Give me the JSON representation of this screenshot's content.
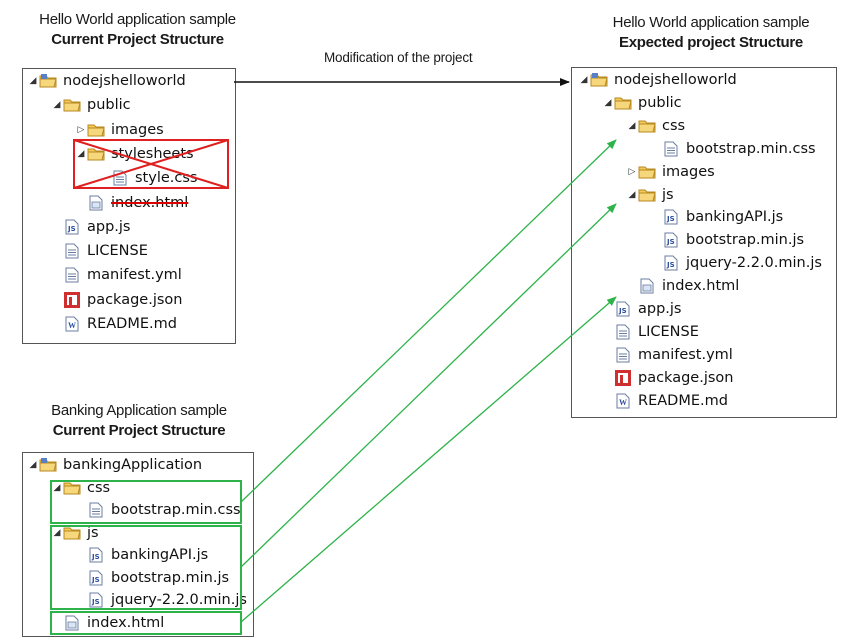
{
  "captions": {
    "hello_current": {
      "line1": "Hello World application sample",
      "line2": "Current Project Structure"
    },
    "hello_expected": {
      "line1": "Hello World application sample",
      "line2": "Expected project Structure"
    },
    "banking_current": {
      "line1": "Banking Application sample",
      "line2": "Current Project Structure"
    }
  },
  "arrow_label": "Modification of the project",
  "hello_current_tree": [
    {
      "label": "nodejshelloworld",
      "twisty": "open",
      "icon": "project-folder-icon",
      "level": 0
    },
    {
      "label": "public",
      "twisty": "open",
      "icon": "folder-icon",
      "level": 1
    },
    {
      "label": "images",
      "twisty": "closed",
      "icon": "folder-icon",
      "level": 2
    },
    {
      "label": "stylesheets",
      "twisty": "open",
      "icon": "folder-icon",
      "level": 2,
      "crossed": true
    },
    {
      "label": "style.css",
      "twisty": "",
      "icon": "text-file-icon",
      "level": 3,
      "crossed": true
    },
    {
      "label": "index.html",
      "twisty": "",
      "icon": "html-file-icon",
      "level": 2,
      "strike": true
    },
    {
      "label": "app.js",
      "twisty": "",
      "icon": "js-file-icon",
      "level": 1
    },
    {
      "label": "LICENSE",
      "twisty": "",
      "icon": "text-file-icon",
      "level": 1
    },
    {
      "label": "manifest.yml",
      "twisty": "",
      "icon": "text-file-icon",
      "level": 1
    },
    {
      "label": "package.json",
      "twisty": "",
      "icon": "npm-package-icon",
      "level": 1
    },
    {
      "label": "README.md",
      "twisty": "",
      "icon": "word-file-icon",
      "level": 1
    }
  ],
  "hello_expected_tree": [
    {
      "label": "nodejshelloworld",
      "twisty": "open",
      "icon": "project-folder-icon",
      "level": 0
    },
    {
      "label": "public",
      "twisty": "open",
      "icon": "folder-icon",
      "level": 1
    },
    {
      "label": "css",
      "twisty": "open",
      "icon": "folder-icon",
      "level": 2
    },
    {
      "label": "bootstrap.min.css",
      "twisty": "",
      "icon": "text-file-icon",
      "level": 3
    },
    {
      "label": "images",
      "twisty": "closed",
      "icon": "folder-icon",
      "level": 2
    },
    {
      "label": "js",
      "twisty": "open",
      "icon": "folder-icon",
      "level": 2
    },
    {
      "label": "bankingAPI.js",
      "twisty": "",
      "icon": "js-file-icon",
      "level": 3
    },
    {
      "label": "bootstrap.min.js",
      "twisty": "",
      "icon": "js-file-icon",
      "level": 3
    },
    {
      "label": "jquery-2.2.0.min.js",
      "twisty": "",
      "icon": "js-file-icon",
      "level": 3
    },
    {
      "label": "index.html",
      "twisty": "",
      "icon": "html-file-icon",
      "level": 2
    },
    {
      "label": "app.js",
      "twisty": "",
      "icon": "js-file-icon",
      "level": 1
    },
    {
      "label": "LICENSE",
      "twisty": "",
      "icon": "text-file-icon",
      "level": 1
    },
    {
      "label": "manifest.yml",
      "twisty": "",
      "icon": "text-file-icon",
      "level": 1
    },
    {
      "label": "package.json",
      "twisty": "",
      "icon": "npm-package-icon",
      "level": 1
    },
    {
      "label": "README.md",
      "twisty": "",
      "icon": "word-file-icon",
      "level": 1
    }
  ],
  "banking_tree": [
    {
      "label": "bankingApplication",
      "twisty": "open",
      "icon": "project-folder-icon",
      "level": 0
    },
    {
      "label": "css",
      "twisty": "open",
      "icon": "folder-icon",
      "level": 1
    },
    {
      "label": "bootstrap.min.css",
      "twisty": "",
      "icon": "text-file-icon",
      "level": 2
    },
    {
      "label": "js",
      "twisty": "open",
      "icon": "folder-icon",
      "level": 1
    },
    {
      "label": "bankingAPI.js",
      "twisty": "",
      "icon": "js-file-icon",
      "level": 2
    },
    {
      "label": "bootstrap.min.js",
      "twisty": "",
      "icon": "js-file-icon",
      "level": 2
    },
    {
      "label": "jquery-2.2.0.min.js",
      "twisty": "",
      "icon": "js-file-icon",
      "level": 2
    },
    {
      "label": "index.html",
      "twisty": "",
      "icon": "html-file-icon",
      "level": 1
    }
  ],
  "colors": {
    "highlight": "#2db34a",
    "cross": "#e02020",
    "folder": "#e8b84a",
    "arrow": "#111111"
  }
}
